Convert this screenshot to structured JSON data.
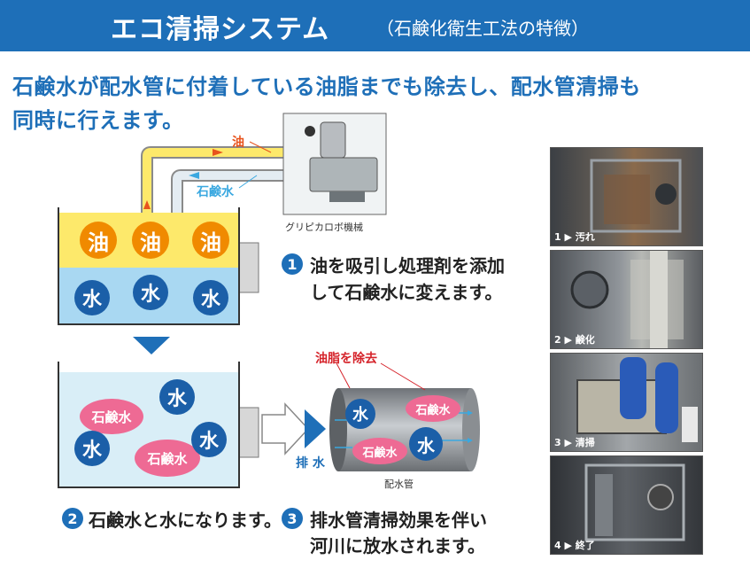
{
  "header": {
    "title": "エコ清掃システム",
    "subtitle": "（石鹸化衛生工法の特徴）"
  },
  "lead": {
    "line1": "石鹸水が配水管に付着している油脂までも除去し、配水管清掃も",
    "line2": "同時に行えます。"
  },
  "diagram": {
    "pipe_label_oil": "油",
    "pipe_label_soap": "石鹸水",
    "machine_caption": "グリピカロボ機械",
    "oil_chars": [
      "油",
      "油",
      "油"
    ],
    "water_chars": [
      "水",
      "水",
      "水"
    ],
    "tank2": {
      "soap1": "石鹸水",
      "soap2": "石鹸水",
      "water1": "水",
      "water2": "水",
      "water3": "水"
    },
    "pipe": {
      "label_top": "油脂を除去",
      "water1": "水",
      "water2": "水",
      "soap1": "石鹸水",
      "soap2": "石鹸水",
      "drain_label": "排 水",
      "caption": "配水管"
    }
  },
  "steps": [
    {
      "num": "1",
      "line1": "油を吸引し処理剤を添加",
      "line2": "して石鹸水に変えます。"
    },
    {
      "num": "2",
      "line1": "石鹸水と水になります。"
    },
    {
      "num": "3",
      "line1": "排水管清掃効果を伴い",
      "line2": "河川に放水されます。"
    }
  ],
  "photos": [
    {
      "caption": "1 ▶ 汚れ"
    },
    {
      "caption": "2 ▶ 鹸化"
    },
    {
      "caption": "3 ▶ 清掃"
    },
    {
      "caption": "4 ▶ 終了"
    }
  ],
  "colors": {
    "brand": "#1e6fb8",
    "oil": "#f08a00",
    "water": "#1b5fa8",
    "soap": "#ee6a94",
    "oil_layer": "#fde96b",
    "water_layer": "#a9d8f2"
  }
}
